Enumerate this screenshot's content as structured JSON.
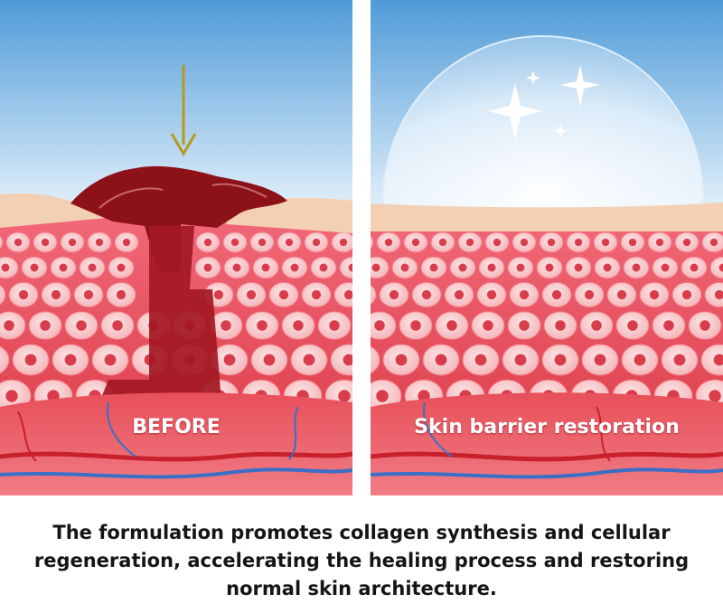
{
  "panels": {
    "before_label": "BEFORE",
    "after_label": "Skin barrier restoration"
  },
  "caption": "The formulation promotes collagen synthesis and cellular regeneration, accelerating the healing process and restoring normal skin architecture.",
  "colors": {
    "sky_top": "#4f9bd8",
    "sky_bottom": "#e6f1fa",
    "cell_fill": "#f7c8c8",
    "cell_nucleus": "#d93d4c",
    "tissue_red": "#e2404a",
    "wound_dark": "#8d1119",
    "arrow": "#b59b1e",
    "text": "#151515"
  },
  "icons": [
    "down-arrow-icon",
    "sparkle-icon"
  ]
}
